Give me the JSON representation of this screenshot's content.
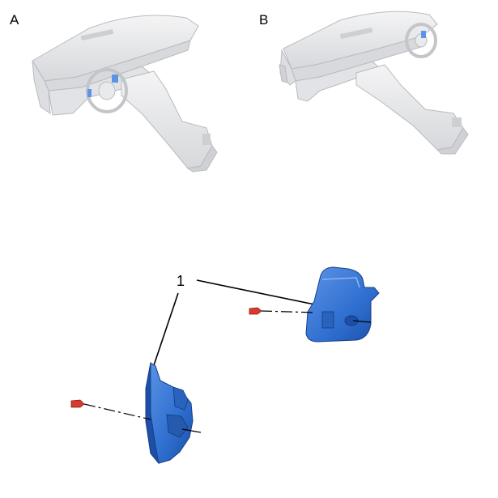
{
  "views": [
    {
      "id": "A",
      "label": "A"
    },
    {
      "id": "B",
      "label": "B"
    }
  ],
  "callouts": [
    {
      "id": "1",
      "label": "1"
    }
  ],
  "colors": {
    "part_blue": "#2f6fd0",
    "part_blue_dark": "#1d4fa8",
    "part_blue_light": "#5d95e6",
    "dashboard_gray": "#e6e7e9",
    "dashboard_shade": "#c9cbce",
    "clip_red": "#d93a2e",
    "line": "#000000"
  },
  "icons": {
    "clip": "red-clip-icon"
  }
}
